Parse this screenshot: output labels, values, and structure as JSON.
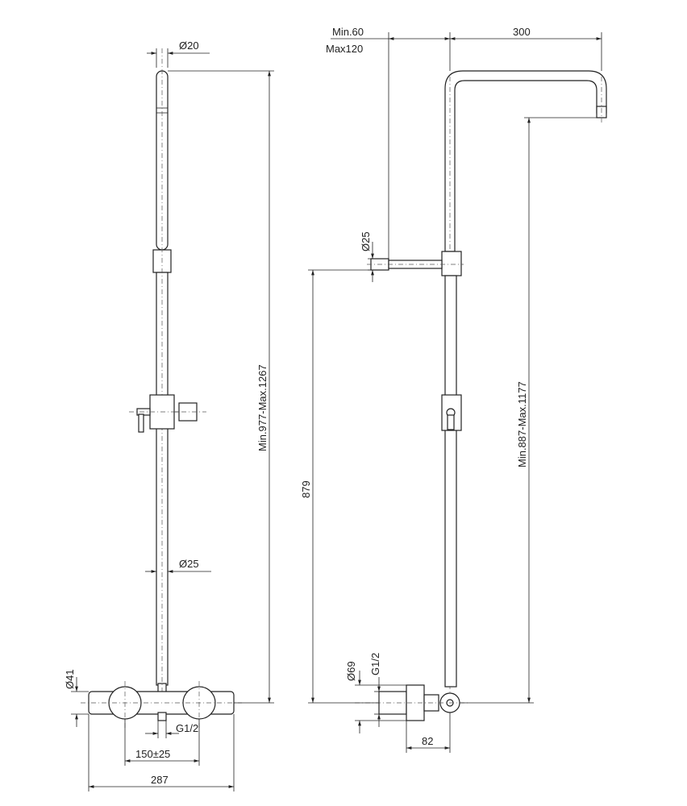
{
  "front_view": {
    "dia_top": "Ø20",
    "dia_mid": "Ø25",
    "height_range": "Min.977-Max.1267",
    "dia_valve": "Ø41",
    "thread": "G1/2",
    "centers": "150±25",
    "width": "287"
  },
  "side_view": {
    "offset_min": "Min.60",
    "offset_max": "Max120",
    "reach": "300",
    "dia_arm": "Ø25",
    "height_arm": "879",
    "head_height": "Min.887-Max.1177",
    "dia_base": "Ø69",
    "thread": "G1/2",
    "depth": "82"
  }
}
